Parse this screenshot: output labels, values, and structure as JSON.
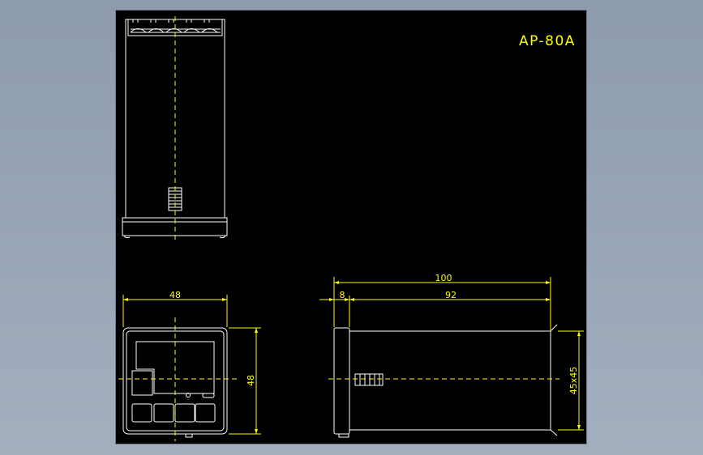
{
  "colors": {
    "frame_bg": "#8e9bad",
    "canvas_bg": "#000000",
    "outline": "#ffffff",
    "dimension": "#ffff00",
    "centerline": "#ffff00"
  },
  "title": "AP-80A",
  "dimensions": {
    "front_width": "48",
    "front_height": "48",
    "total_length": "100",
    "bezel_depth": "8",
    "body_depth": "92",
    "panel_cutout": "45x45"
  }
}
